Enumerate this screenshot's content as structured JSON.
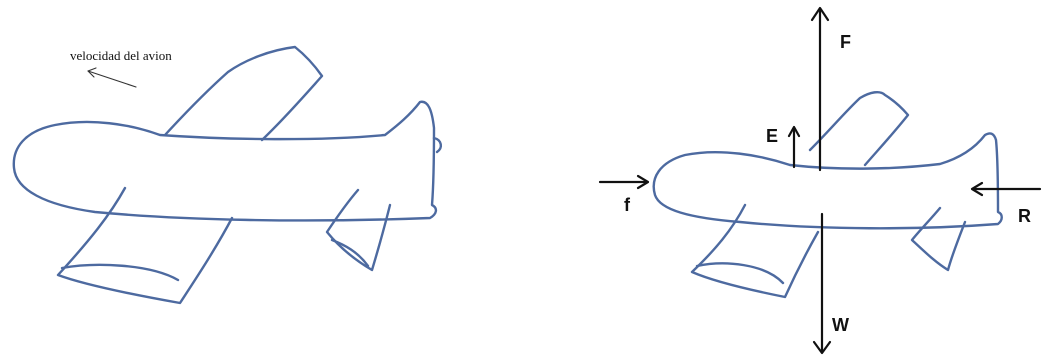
{
  "left_figure": {
    "velocity_label": "velocidad del avion"
  },
  "right_figure": {
    "forces": {
      "lift": "F",
      "thrust": "E",
      "friction": "f",
      "resistance": "R",
      "weight": "W"
    }
  },
  "colors": {
    "plane_stroke": "#4d6aa0",
    "arrow_stroke": "#111111"
  }
}
